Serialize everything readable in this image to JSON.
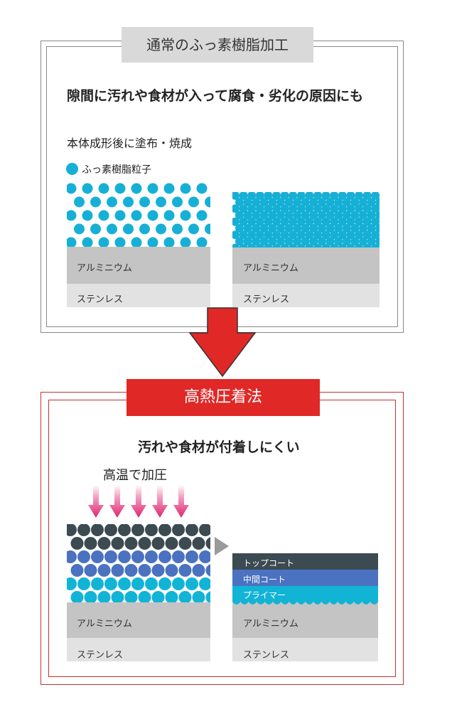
{
  "conventional": {
    "title": "通常のふっ素樹脂加工",
    "heading": "隙間に汚れや食材が入って腐食・劣化の原因にも",
    "subheading": "本体成形後に塗布・焼成",
    "legend_label": "ふっ素樹脂粒子",
    "left_diagram": {
      "layer_top": "アルミニウム",
      "layer_bottom": "ステンレス"
    },
    "right_diagram": {
      "layer_top": "アルミニウム",
      "layer_bottom": "ステンレス"
    }
  },
  "pressure_method": {
    "title": "高熱圧着法",
    "heading": "汚れや食材が付着しにくい",
    "pressure_label": "高温で加圧",
    "left_diagram": {
      "layer_top": "アルミニウム",
      "layer_bottom": "ステンレス"
    },
    "right_diagram": {
      "coat_top": "トップコート",
      "coat_middle": "中間コート",
      "coat_primer": "プライマー",
      "layer_top": "アルミニウム",
      "layer_bottom": "ステンレス"
    }
  },
  "colors": {
    "fluoro_particle": "#16b0d6",
    "top_coat": "#3c4a52",
    "middle_coat": "#4a72c0",
    "primer": "#12b4d6",
    "aluminum": "#c4c4c4",
    "stainless": "#e2e2e2",
    "red_accent": "#e02826",
    "press_arrow": "#e0256f"
  }
}
